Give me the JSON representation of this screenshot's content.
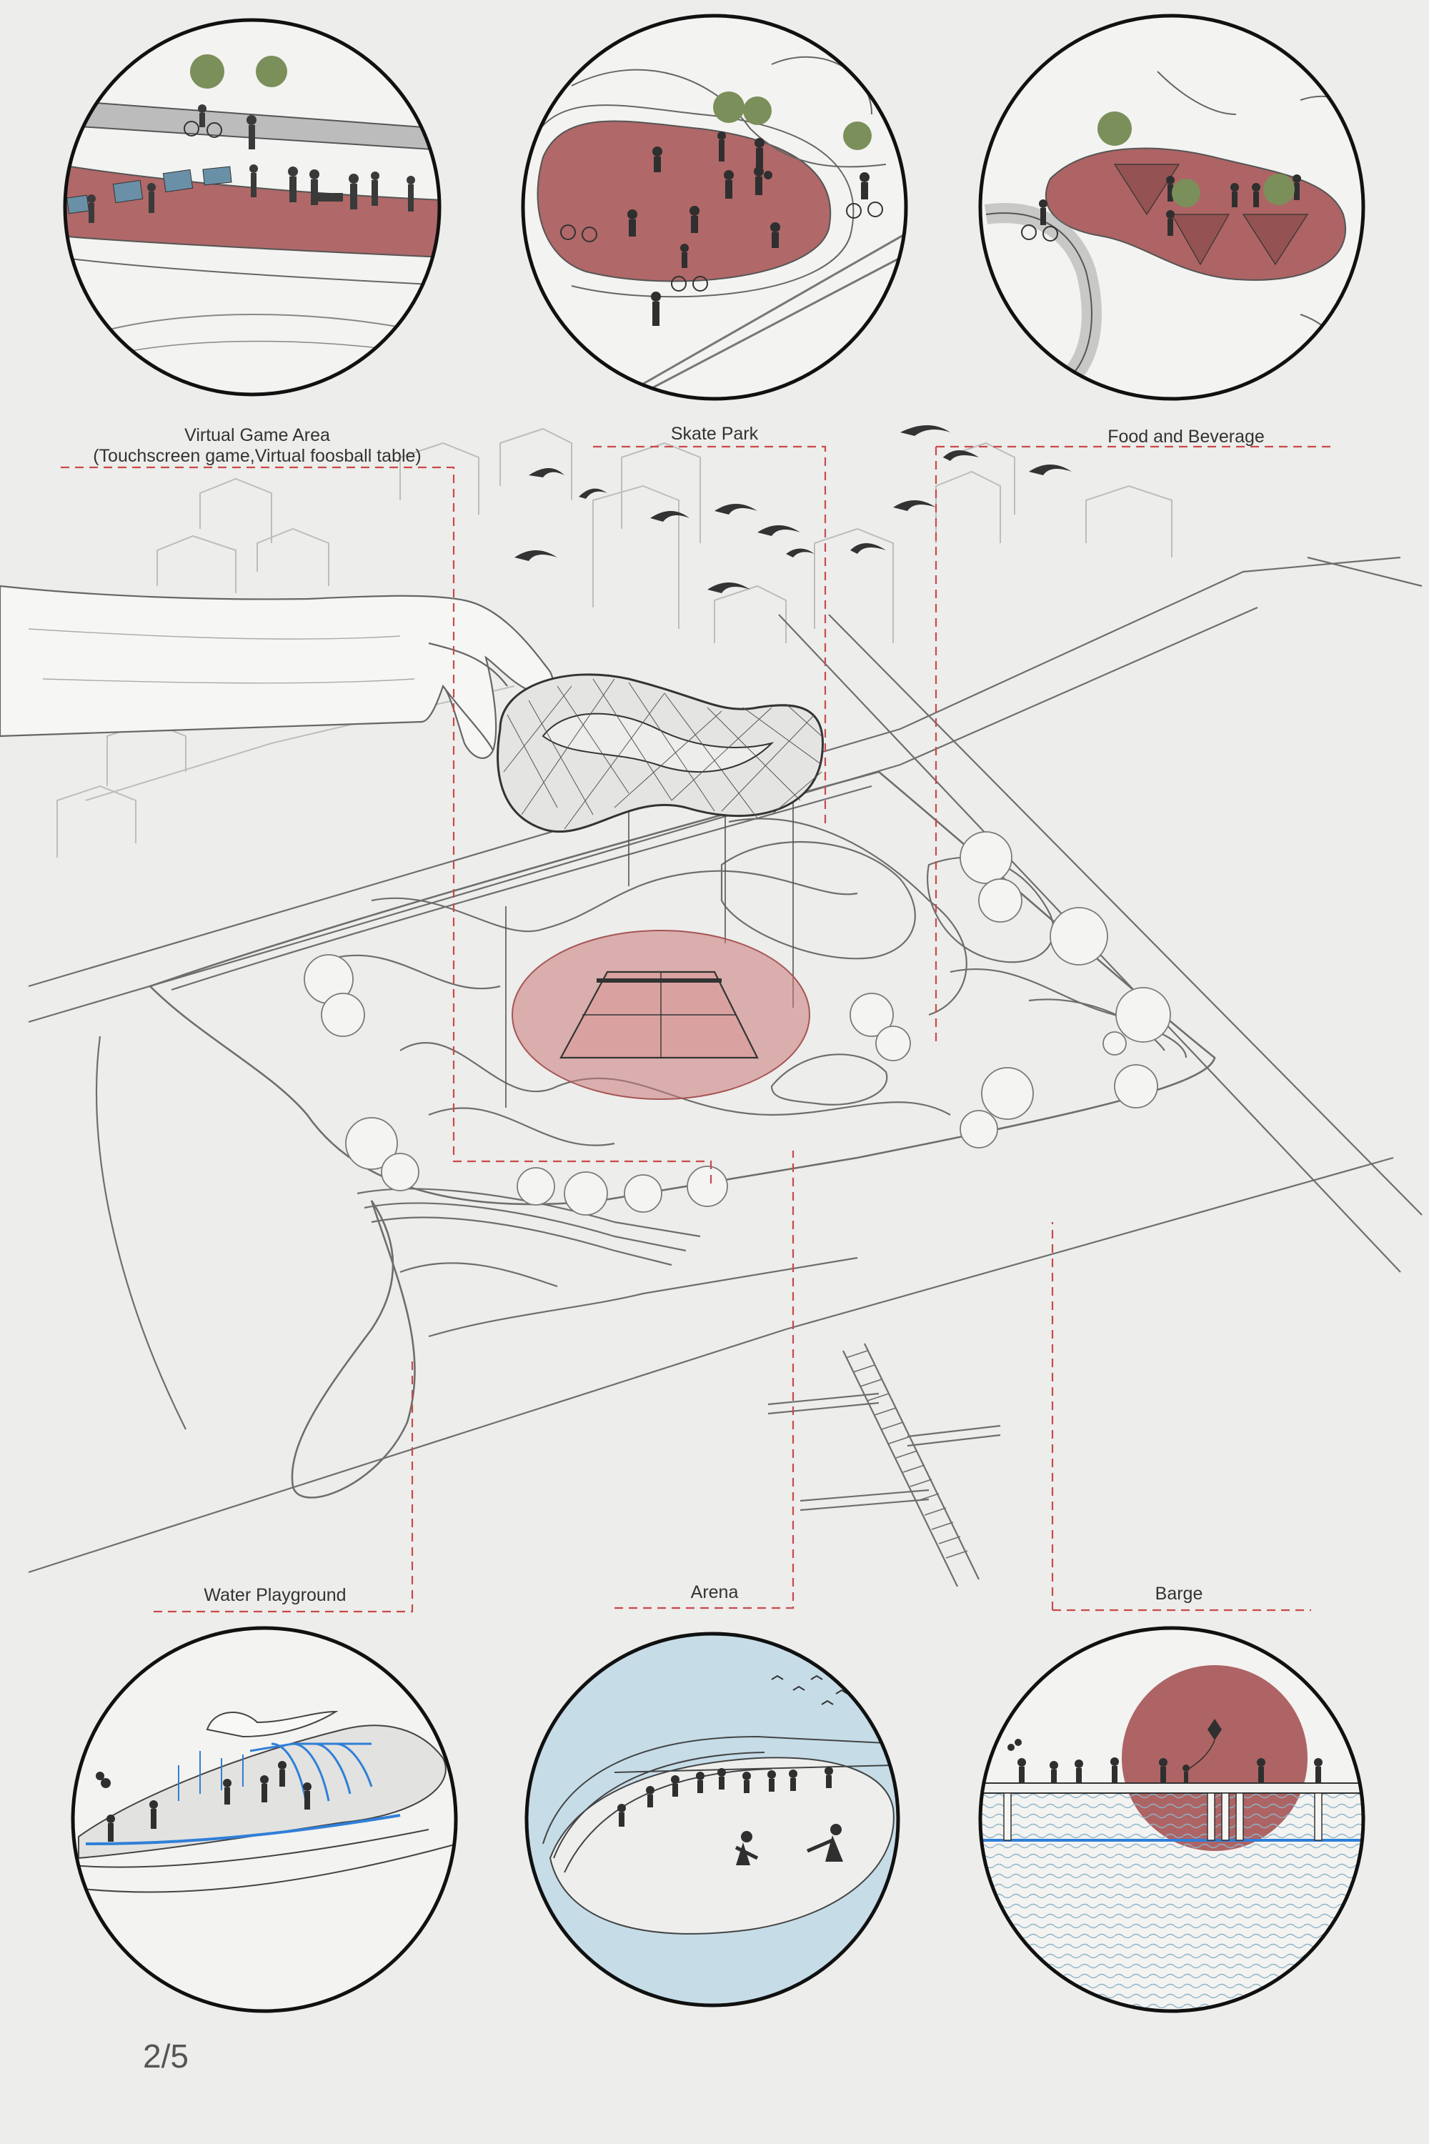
{
  "zones": {
    "virtual_game": {
      "title": "Virtual Game Area",
      "subtitle": "(Touchscreen game,Virtual foosball table)"
    },
    "skate_park": {
      "title": "Skate Park"
    },
    "food_beverage": {
      "title": "Food and Beverage"
    },
    "water_playground": {
      "title": "Water Playground"
    },
    "arena": {
      "title": "Arena"
    },
    "barge": {
      "title": "Barge"
    }
  },
  "page": {
    "number": "2/5"
  },
  "colors": {
    "background": "#ededeb",
    "accent_zone": "#a65454",
    "leader_line": "#c94a4a",
    "line": "#6e6e6e",
    "water": "#b9d6e3",
    "water_edge": "#2f7fd8"
  }
}
